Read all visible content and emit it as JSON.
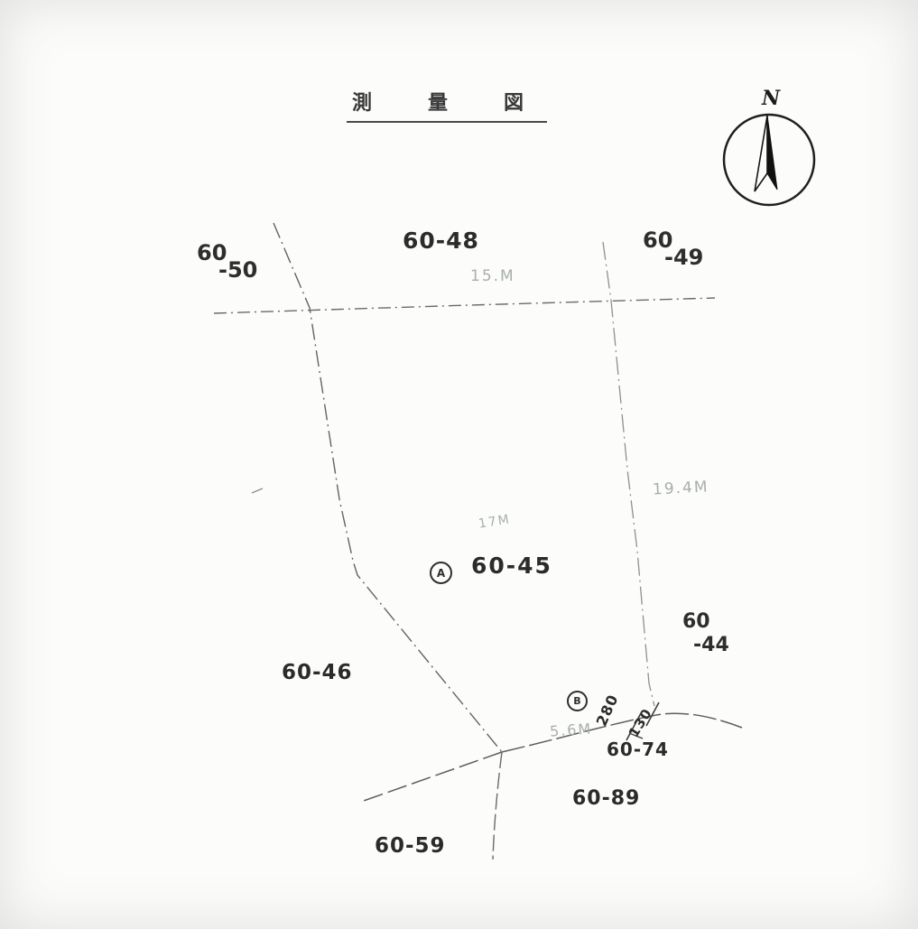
{
  "title": "測　量　図",
  "compass": {
    "label": "N"
  },
  "parcels": {
    "p60_50": {
      "line1": "60",
      "line2": "-50"
    },
    "p60_48": {
      "label": "60-48"
    },
    "p60_49": {
      "line1": "60",
      "line2": "-49"
    },
    "p60_45": {
      "label": "60-45",
      "marker": "A"
    },
    "p60_46": {
      "label": "60-46"
    },
    "p60_44": {
      "line1": "60",
      "line2": "-44"
    },
    "p60_74": {
      "label": "60-74",
      "marker": "B"
    },
    "p60_89": {
      "label": "60-89"
    },
    "p60_59": {
      "label": "60-59"
    }
  },
  "measurements": {
    "top_edge": "15.M",
    "right_edge": "19.4M",
    "center": "17M",
    "bottom_edge": "5.6M",
    "angle_a": "280",
    "angle_b": "130"
  }
}
